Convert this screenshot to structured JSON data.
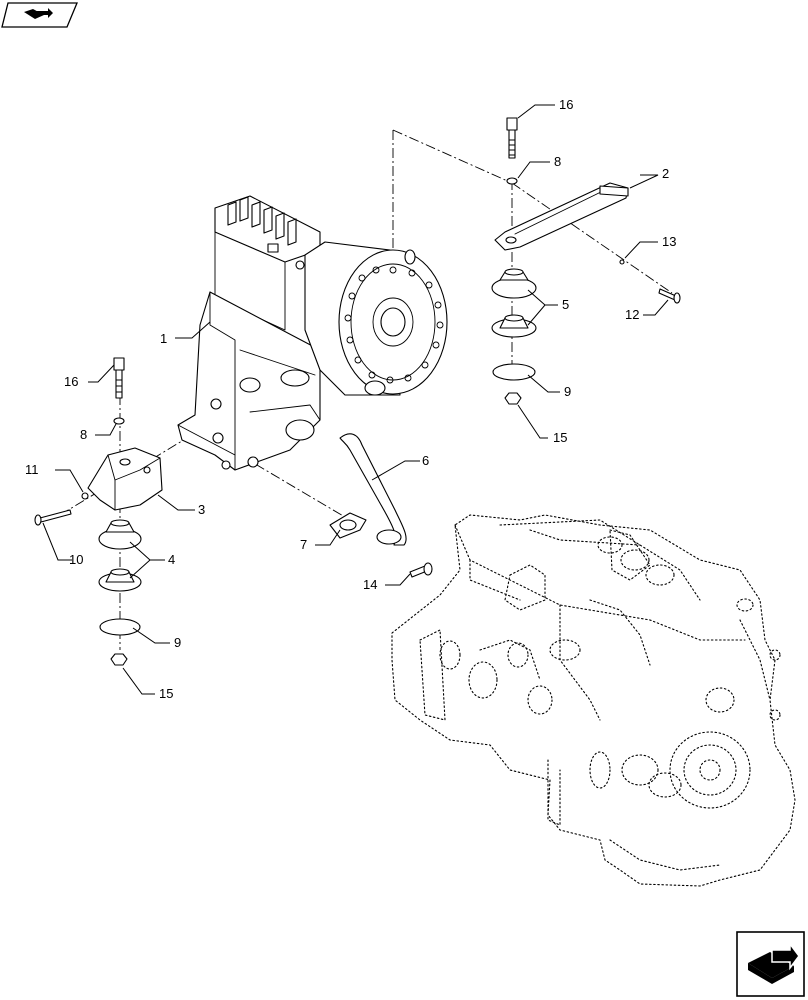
{
  "callouts": [
    {
      "id": "c1",
      "text": "1"
    },
    {
      "id": "c2",
      "text": "2"
    },
    {
      "id": "c3",
      "text": "3"
    },
    {
      "id": "c4",
      "text": "4"
    },
    {
      "id": "c5",
      "text": "5"
    },
    {
      "id": "c6",
      "text": "6"
    },
    {
      "id": "c7",
      "text": "7"
    },
    {
      "id": "c8a",
      "text": "8"
    },
    {
      "id": "c8b",
      "text": "8"
    },
    {
      "id": "c9a",
      "text": "9"
    },
    {
      "id": "c9b",
      "text": "9"
    },
    {
      "id": "c10",
      "text": "10"
    },
    {
      "id": "c11",
      "text": "11"
    },
    {
      "id": "c12",
      "text": "12"
    },
    {
      "id": "c13",
      "text": "13"
    },
    {
      "id": "c14",
      "text": "14"
    },
    {
      "id": "c15a",
      "text": "15"
    },
    {
      "id": "c15b",
      "text": "15"
    },
    {
      "id": "c16a",
      "text": "16"
    },
    {
      "id": "c16b",
      "text": "16"
    }
  ],
  "icons": {
    "top_nav": "book-arrow-icon",
    "bottom_nav": "book-arrow-icon"
  }
}
